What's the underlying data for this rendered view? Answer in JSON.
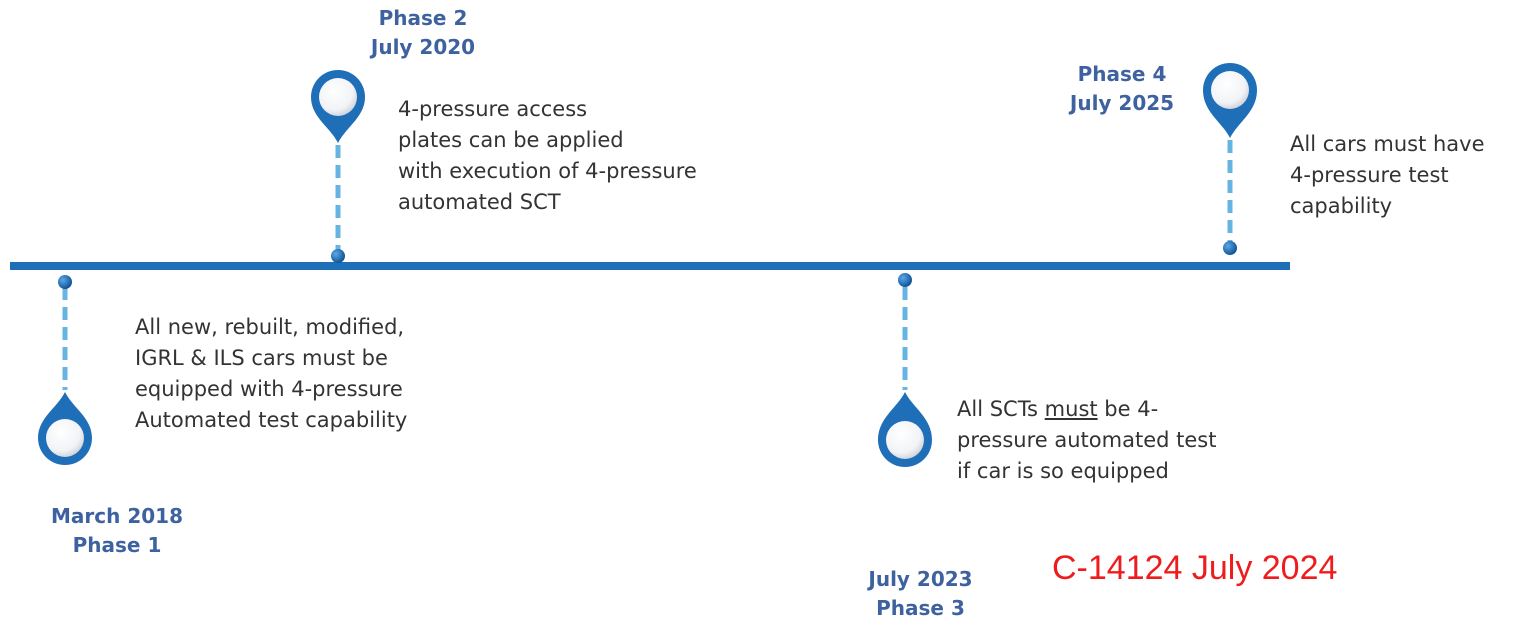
{
  "colors": {
    "line": "#1f6fb8",
    "dash": "#66b4e2",
    "pin": "#1f6fb8",
    "label": "#3e62a0",
    "text": "#333333",
    "ref": "#ee1c1c"
  },
  "phases": [
    {
      "phase": "Phase 1",
      "date": "March 2018",
      "lines": [
        "All new, rebuilt, modified,",
        "IGRL & ILS cars must be",
        "equipped with 4-pressure",
        "Automated test capability"
      ]
    },
    {
      "phase": "Phase 2",
      "date": "July 2020",
      "lines": [
        "4-pressure access",
        "plates can be applied",
        "with execution of 4-pressure",
        "automated SCT"
      ]
    },
    {
      "phase": "Phase 3",
      "date": "July 2023",
      "lines": {
        "l1_pre": "All SCTs ",
        "l1_emph": "must",
        "l1_post": " be 4-",
        "l2": "pressure automated test",
        "l3": "if car is so equipped"
      }
    },
    {
      "phase": "Phase 4",
      "date": "July 2025",
      "lines": [
        "All cars must have",
        "4-pressure test",
        "capability"
      ]
    }
  ],
  "doc_ref": "C-14124 July 2024"
}
